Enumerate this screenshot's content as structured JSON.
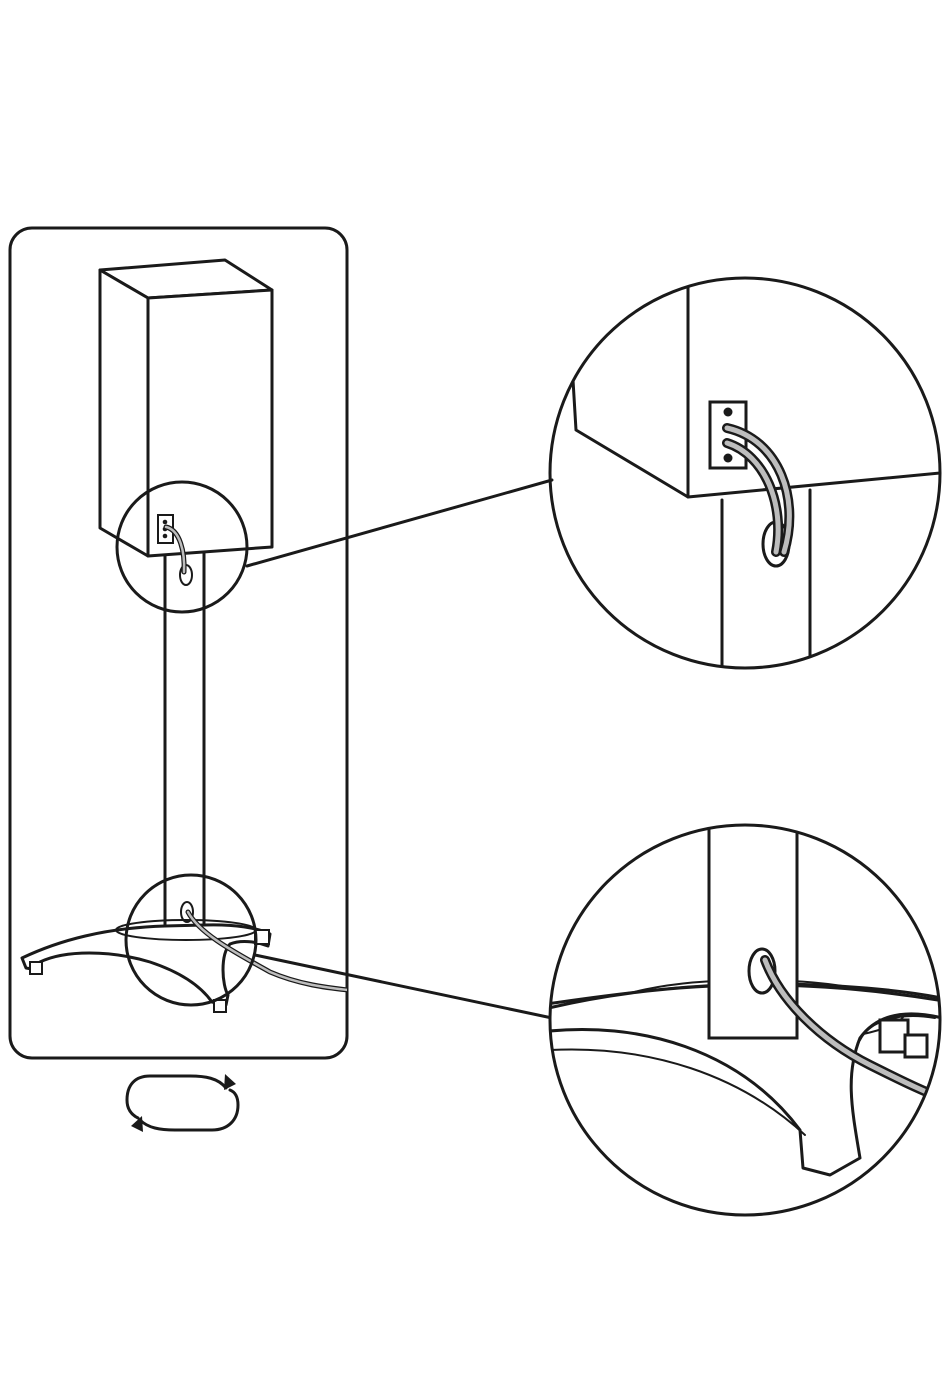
{
  "colors": {
    "ink": "#1a1a1a",
    "cable_fill": "#bdbdbd",
    "background": "#ffffff"
  },
  "figure": {
    "main_panel": "speaker-on-stand-overview",
    "callouts": [
      "speaker-terminal-detail",
      "stand-base-detail"
    ],
    "action_icon": "rotate-icon"
  }
}
